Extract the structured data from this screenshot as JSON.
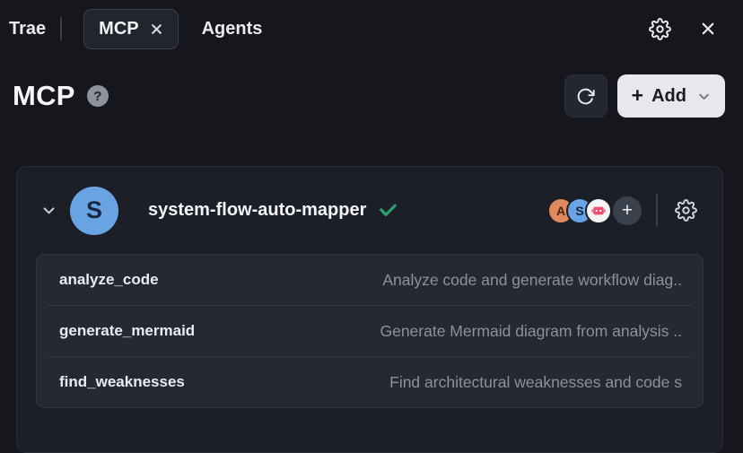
{
  "topbar": {
    "app_name": "Trae",
    "tab_label": "MCP",
    "agents_label": "Agents"
  },
  "header": {
    "title": "MCP",
    "help_glyph": "?"
  },
  "toolbar": {
    "add_plus": "+",
    "add_label": "Add"
  },
  "server": {
    "avatar_letter": "S",
    "name": "system-flow-auto-mapper",
    "agent_avatars": [
      {
        "label": "A"
      },
      {
        "label": "S"
      },
      {
        "icon": "robot"
      }
    ],
    "add_agent_glyph": "+",
    "tools": [
      {
        "name": "analyze_code",
        "description": "Analyze code and generate workflow diag.."
      },
      {
        "name": "generate_mermaid",
        "description": "Generate Mermaid diagram from analysis .."
      },
      {
        "name": "find_weaknesses",
        "description": "Find architectural weaknesses and code s"
      }
    ]
  },
  "icons": {
    "gear": "⚙",
    "close": "✕",
    "refresh": "↻",
    "chevron_down": "⌄",
    "check": "✓",
    "plus": "+",
    "help": "?",
    "robot": "🤖"
  },
  "colors": {
    "page_bg": "#15171c",
    "card_bg": "#1c1f27",
    "rows_bg": "#252932",
    "avatar_blue": "#68a3e4",
    "avatar_orange": "#e0895a",
    "robot_pink": "#ee4e6e",
    "check_green": "#2f9e6d",
    "add_button_bg": "#e7e8eb",
    "muted_text": "#8b919d"
  }
}
